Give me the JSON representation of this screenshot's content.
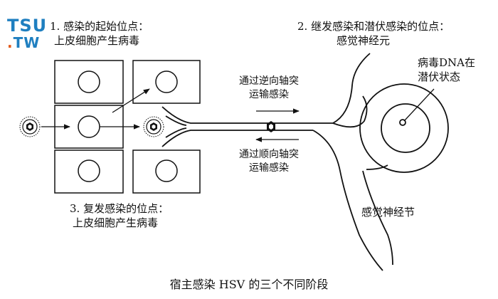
{
  "logo": {
    "line1": "TSU",
    "line2_dot": ".",
    "line2": "TW"
  },
  "stage1": {
    "title": "1. 感染的起始位点：",
    "subtitle": "上皮细胞产生病毒"
  },
  "stage2": {
    "title": "2. 继发感染和潜伏感染的位点：",
    "subtitle": "感觉神经元"
  },
  "stage3": {
    "title": "3. 复发感染的位点：",
    "subtitle": "上皮细胞产生病毒"
  },
  "latent": {
    "line1": "病毒DNA在",
    "line2": "潜伏状态"
  },
  "retrograde": {
    "line1": "通过逆向轴突",
    "line2": "运输感染"
  },
  "anterograde": {
    "line1": "通过顺向轴突",
    "line2": "运输感染"
  },
  "ganglion": {
    "label": "感觉神经节"
  },
  "caption": "宿主感染 HSV 的三个不同阶段"
}
